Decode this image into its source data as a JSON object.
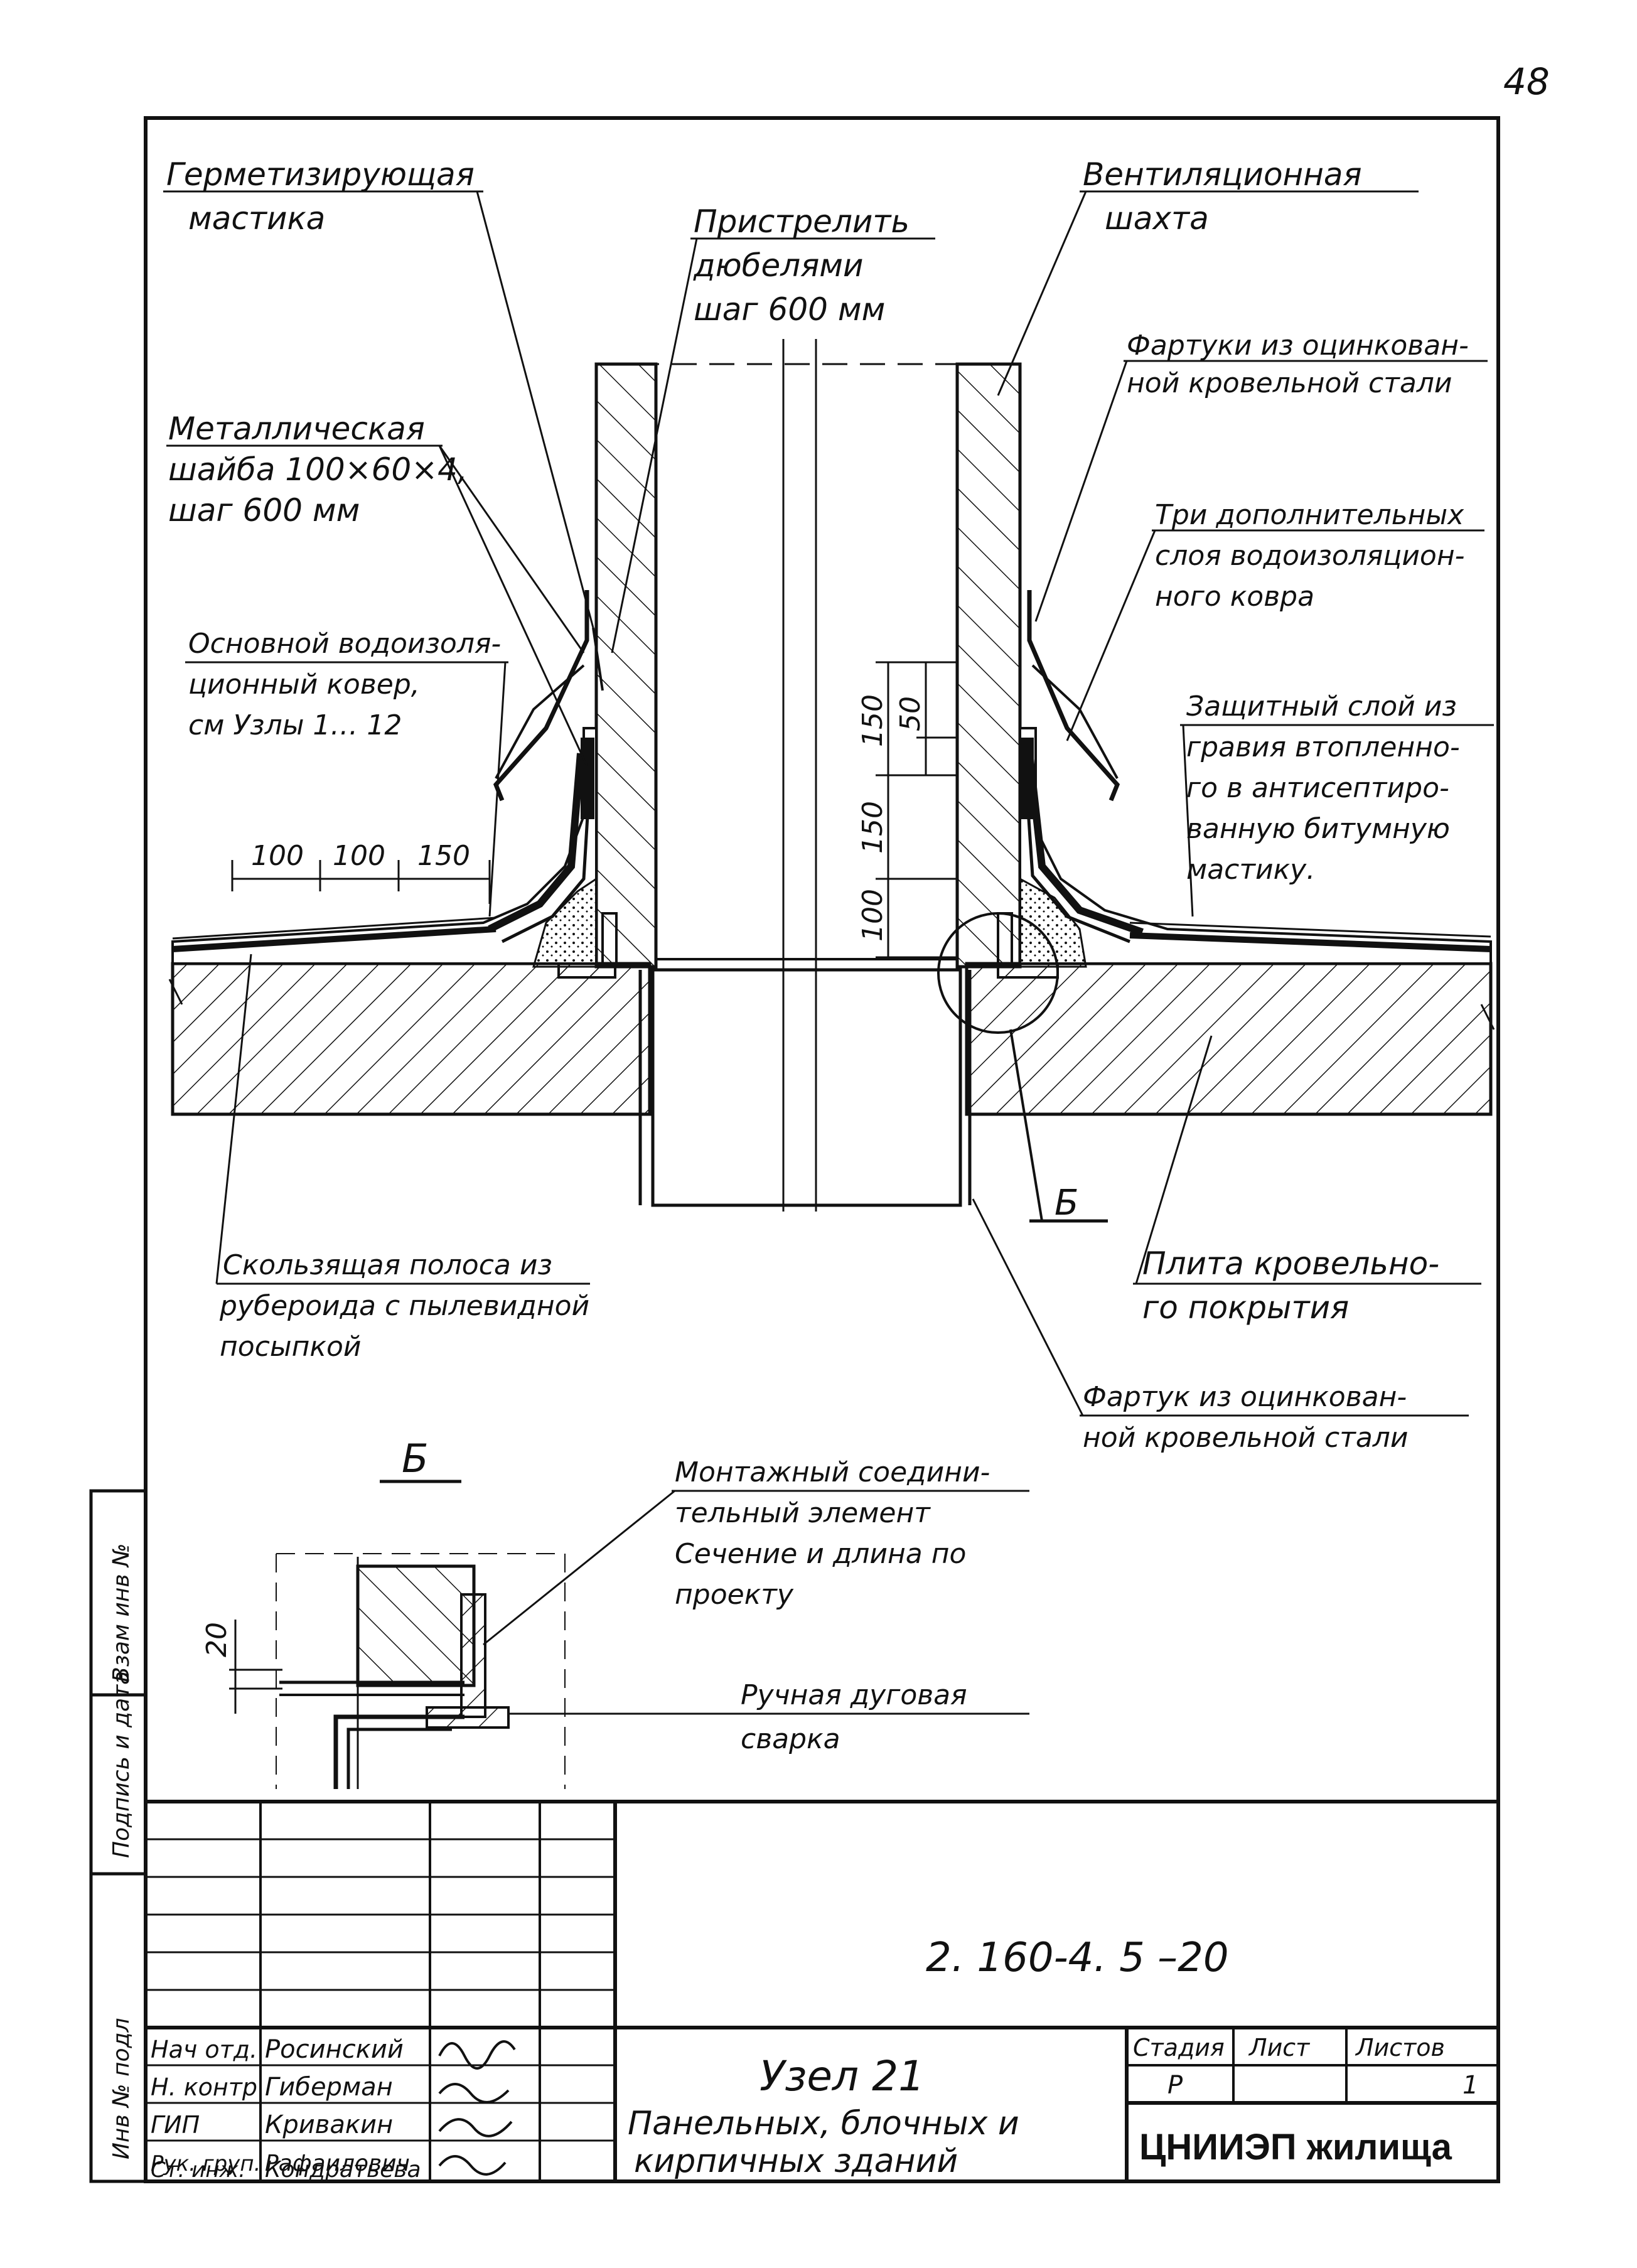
{
  "page_number": "48",
  "labels": {
    "sealant_1": "Герметизирующая",
    "sealant_2": "мастика",
    "dowel_1": "Пристрелить",
    "dowel_2": "дюбелями",
    "dowel_3": "шаг 600 мм",
    "vent_1": "Вентиляционная",
    "vent_2": "шахта",
    "washer_1": "Металлическая",
    "washer_2": "шайба 100×60×4,",
    "washer_3": "шаг 600 мм",
    "apron_top_1": "Фартуки из оцинкован-",
    "apron_top_2": "ной кровельной стали",
    "three_layers_1": "Три дополнительных",
    "three_layers_2": "слоя водоизоляцион-",
    "three_layers_3": "ного ковра",
    "base_carpet_1": "Основной водоизоля-",
    "base_carpet_2": "ционный ковер,",
    "base_carpet_3": "см Узлы 1… 12",
    "protect_1": "Защитный слой из",
    "protect_2": "гравия втопленно-",
    "protect_3": "го в антисептиро-",
    "protect_4": "ванную битумную",
    "protect_5": "мастику.",
    "slide_1": "Скользящая полоса из",
    "slide_2": "рубероида с пылевидной",
    "slide_3": "посыпкой",
    "slab_1": "Плита кровельно-",
    "slab_2": "го покрытия",
    "apron_bot_1": "Фартук из оцинкован-",
    "apron_bot_2": "ной кровельной стали",
    "mount_1": "Монтажный соедини-",
    "mount_2": "тельный элемент",
    "mount_3": "Сечение и длина по",
    "mount_4": "проекту",
    "weld_1": "Ручная дуговая",
    "weld_2": "сварка",
    "section_mark": "Б",
    "section_title": "Б"
  },
  "dimensions": {
    "d100a": "100",
    "d100b": "100",
    "d150": "150",
    "v150a": "150",
    "v50": "50",
    "v150b": "150",
    "v100": "100",
    "d20": "20"
  },
  "side_stamp": {
    "inv": "Инв № подл",
    "sign": "Подпись и дата",
    "vzam": "Взам инв №"
  },
  "title_block": {
    "doc_code": "2. 160-4. 5 –20",
    "roles": [
      "Нач отд.",
      "Н. контр",
      "ГИП",
      "Рук. груп.",
      "Ст. инж."
    ],
    "names": [
      "Росинский",
      "Гиберман",
      "Кривакин",
      "Рафаилович",
      "Кондратьева"
    ],
    "node_title": "Узел  21",
    "desc_1": "Панельных, блочных и",
    "desc_2": "кирпичных  зданий",
    "stage_hdr": "Стадия",
    "sheet_hdr": "Лист",
    "sheets_hdr": "Листов",
    "stage_val": "Р",
    "sheet_val": "",
    "sheets_val": "1",
    "org": "ЦНИИЭП жилища"
  },
  "colors": {
    "ink": "#111111",
    "paper": "#ffffff"
  }
}
